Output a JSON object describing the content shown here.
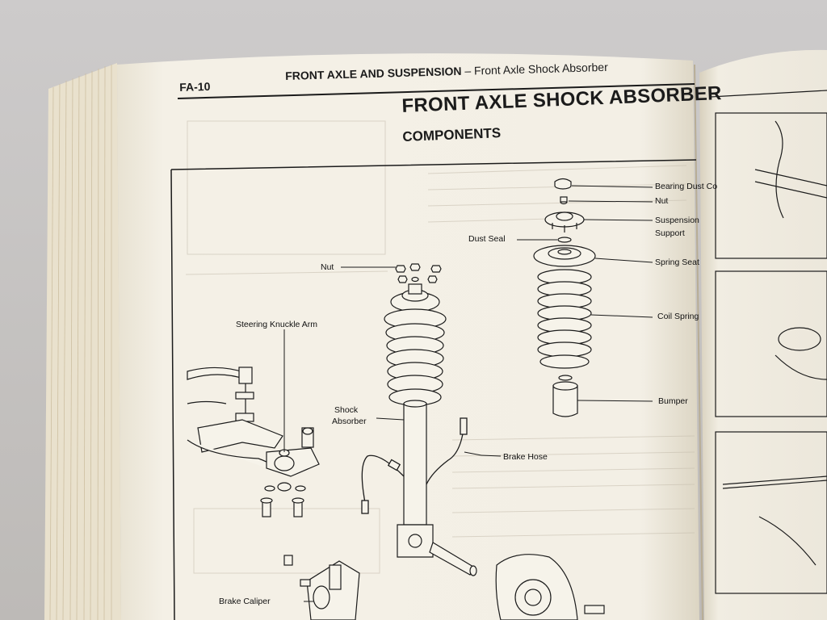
{
  "header": {
    "code": "FA-10",
    "section": "FRONT AXLE AND SUSPENSION",
    "separator": "–",
    "subsection": "Front Axle Shock Absorber"
  },
  "title": "FRONT AXLE SHOCK ABSORBER",
  "subtitle": "COMPONENTS",
  "labels": {
    "bearing_dust_cover": "Bearing Dust Co",
    "nut_top": "Nut",
    "suspension_support_1": "Suspension",
    "suspension_support_2": "Support",
    "dust_seal": "Dust Seal",
    "spring_seat": "Spring Seat",
    "coil_spring": "Coil Spring",
    "bumper": "Bumper",
    "nut_left": "Nut",
    "steering_knuckle_arm": "Steering Knuckle Arm",
    "shock_absorber_1": "Shock",
    "shock_absorber_2": "Absorber",
    "brake_hose": "Brake Hose",
    "brake_caliper": "Brake Caliper"
  },
  "colors": {
    "page": "#f3efe4",
    "page_edge": "#e6dfcd",
    "ink": "#1b1b1b",
    "background": "#c9c7c6"
  }
}
